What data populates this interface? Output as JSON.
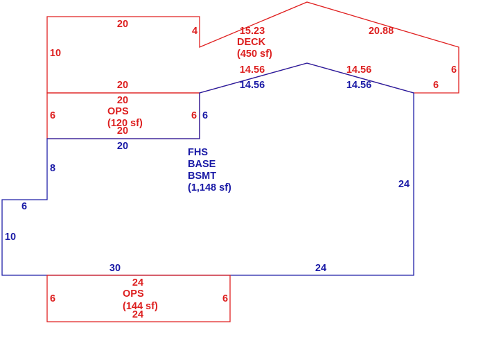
{
  "colors": {
    "red": "#dd1f1f",
    "blue": "#1a1aa6"
  },
  "deck": {
    "name": "DECK",
    "area": "(450 sf)",
    "dims": {
      "top": "20",
      "step": "4",
      "left": "10",
      "roof_left": "15.23",
      "roof_right": "20.88",
      "right": "6",
      "bottom_right": "6",
      "inner_left": "14.56",
      "inner_right": "14.56",
      "bottom": "20"
    }
  },
  "ops_top": {
    "name": "OPS",
    "area": "(120 sf)",
    "dims": {
      "top": "20",
      "bottom": "20",
      "left": "6",
      "right": "6"
    }
  },
  "basement": {
    "line1": "FHS",
    "line2": "BASE",
    "line3": "BSMT",
    "area": "(1,148 sf)",
    "dims": {
      "top": "20",
      "notch_right": "6",
      "roof_left": "14.56",
      "roof_right": "14.56",
      "right": "24",
      "bottom_left": "30",
      "bottom_right": "24",
      "left_lower": "10",
      "step": "6",
      "left_upper": "8"
    }
  },
  "ops_bottom": {
    "name": "OPS",
    "area": "(144 sf)",
    "dims": {
      "top": "24",
      "bottom": "24",
      "left": "6",
      "right": "6"
    }
  }
}
